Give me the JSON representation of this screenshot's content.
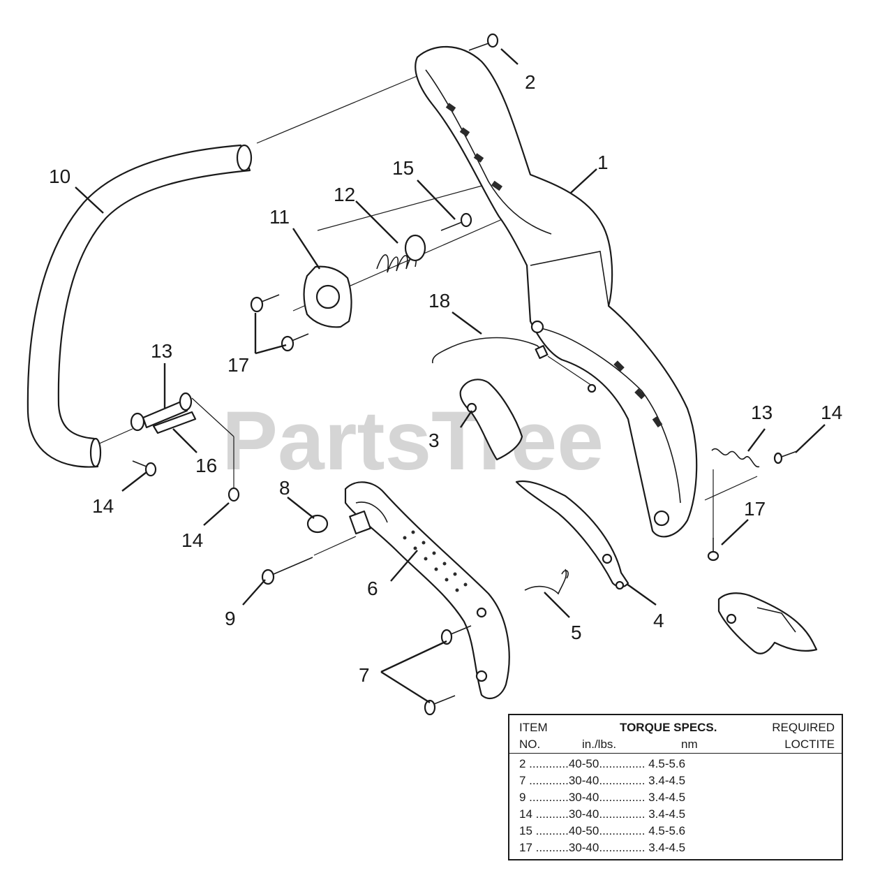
{
  "watermark": "PartsTree",
  "callouts": [
    {
      "label": "1"
    },
    {
      "label": "2"
    },
    {
      "label": "3"
    },
    {
      "label": "4"
    },
    {
      "label": "5"
    },
    {
      "label": "6"
    },
    {
      "label": "7"
    },
    {
      "label": "8"
    },
    {
      "label": "9"
    },
    {
      "label": "10"
    },
    {
      "label": "11"
    },
    {
      "label": "12"
    },
    {
      "label": "13"
    },
    {
      "label": "13"
    },
    {
      "label": "14"
    },
    {
      "label": "14"
    },
    {
      "label": "14"
    },
    {
      "label": "15"
    },
    {
      "label": "16"
    },
    {
      "label": "17"
    },
    {
      "label": "17"
    },
    {
      "label": "18"
    }
  ],
  "torque_table": {
    "col_item": "ITEM",
    "col_no": "NO.",
    "col_specs": "TORQUE SPECS.",
    "col_in_lbs": "in./lbs.",
    "col_nm": "nm",
    "col_required": "REQUIRED",
    "col_loctite": "LOCTITE",
    "rows": [
      {
        "text": "2 ............40-50.............. 4.5-5.6"
      },
      {
        "text": "7  ............30-40.............. 3.4-4.5"
      },
      {
        "text": "9 ............30-40.............. 3.4-4.5"
      },
      {
        "text": "14 ..........30-40.............. 3.4-4.5"
      },
      {
        "text": "15 ..........40-50.............. 4.5-5.6"
      },
      {
        "text": "17 ..........30-40.............. 3.4-4.5"
      }
    ]
  }
}
